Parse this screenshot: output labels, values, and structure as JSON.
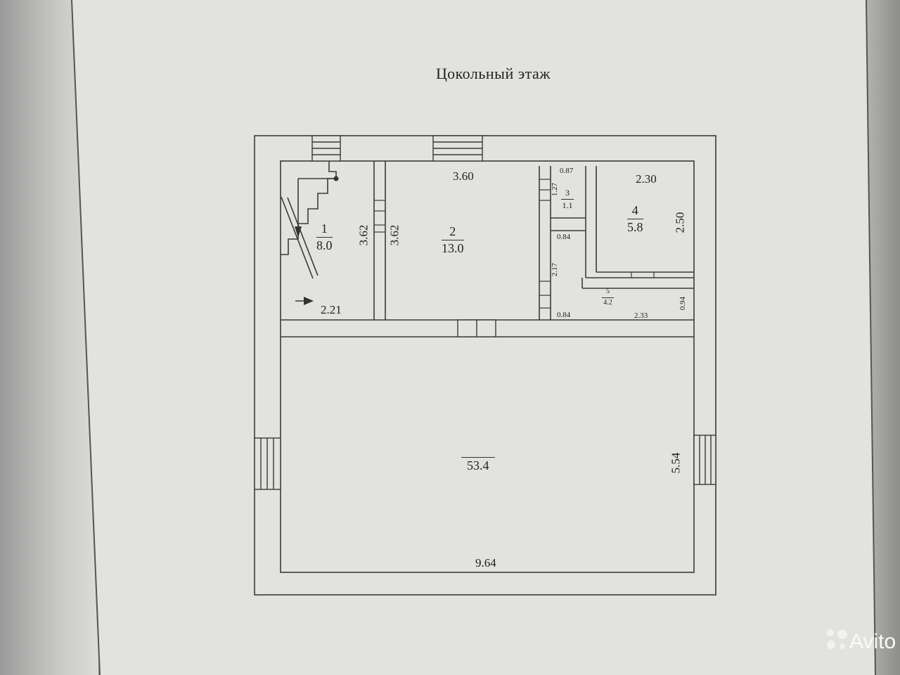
{
  "title": "Цокольный этаж",
  "rooms": [
    {
      "number": "1",
      "area": "8.0"
    },
    {
      "number": "2",
      "area": "13.0"
    },
    {
      "number": "3",
      "area": "1.1"
    },
    {
      "number": "4",
      "area": "5.8"
    },
    {
      "number": "5",
      "area": "4.2"
    },
    {
      "number": "",
      "area": "53.4"
    }
  ],
  "dimensions": {
    "room1_width": "2.21",
    "room1_height": "3.62",
    "room2_height": "3.62",
    "room2_width": "3.60",
    "room3_width": "0.87",
    "room3_height": "1.27",
    "room4_width": "2.30",
    "room4_height": "2.50",
    "corridor_width": "0.84",
    "corridor_height": "2.17",
    "corridor_bottom": "0.84",
    "room5_width": "2.33",
    "room5_height": "0.94",
    "main_width": "9.64",
    "main_height": "5.54"
  },
  "watermark": "Avito",
  "colors": {
    "paper": "#e4e4e0",
    "line": "#3a3a3a"
  }
}
